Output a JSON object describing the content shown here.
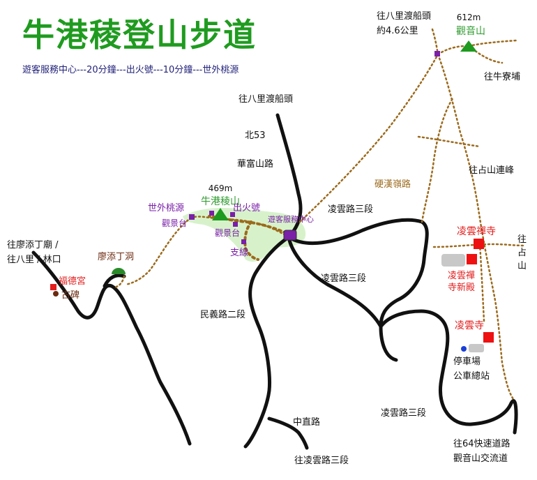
{
  "title": "牛港稜登山步道",
  "route_note": "遊客服務中心---20分鐘---出火號---10分鐘---世外桃源",
  "colors": {
    "title": "#1f9b1f",
    "road": "#111111",
    "trail": "#9b6a1c",
    "green_label": "#2f9a2f",
    "purple": "#7a1fa8",
    "red": "#e21d1d",
    "dark_blue": "#22227a",
    "area": "#d7f2cb"
  },
  "peaks": {
    "guanyin_elev": "612m",
    "guanyin": "觀音山",
    "niugang_elev": "469m",
    "niugang": "牛港稜山"
  },
  "roads": {
    "to_bali_ferry_top": "往八里渡船頭",
    "to_bali_ferry_top_dist": "約4.6公里",
    "to_niuliaopu": "往牛寮埔",
    "to_bali_ferry_mid": "往八里渡船頭",
    "bei53": "北53",
    "huafushan_rd": "華富山路",
    "to_zhanshan_ridge": "往占山連峰",
    "yinghan_ridge": "硬漢嶺路",
    "lingyun_rd3_a": "凌雲路三段",
    "lingyun_rd3_b": "凌雲路三段",
    "lingyun_rd3_c": "凌雲路三段",
    "to_zhan_1": "往",
    "to_zhan_2": "占",
    "to_zhan_3": "山",
    "to_liaotian_1": "往廖添丁廟 /",
    "to_liaotian_2": "往八里 / 林口",
    "minyi_rd2": "民義路二段",
    "zhongzhi_rd": "中直路",
    "to_lingyun_rd3": "往凌雲路三段",
    "to_64_1": "往64快速道路",
    "to_64_2": "觀音山交流道"
  },
  "places": {
    "shiwai_taoyuan": "世外桃源",
    "guanjingtai_1": "觀景台",
    "chuhuohao": "出火號",
    "guanjingtai_2": "觀景台",
    "visitor_center": "遊客服務中心",
    "branch_line": "支線",
    "liaotian_cave": "廖添丁洞",
    "fude_temple": "福德宮",
    "ancient_stele": "古碑",
    "lingyun_chan_temple": "凌雲禪寺",
    "lingyun_chan_new_1": "凌雲禪",
    "lingyun_chan_new_2": "寺新殿",
    "lingyun_temple": "凌雲寺",
    "parking": "停車場",
    "bus_terminal": "公車總站"
  }
}
